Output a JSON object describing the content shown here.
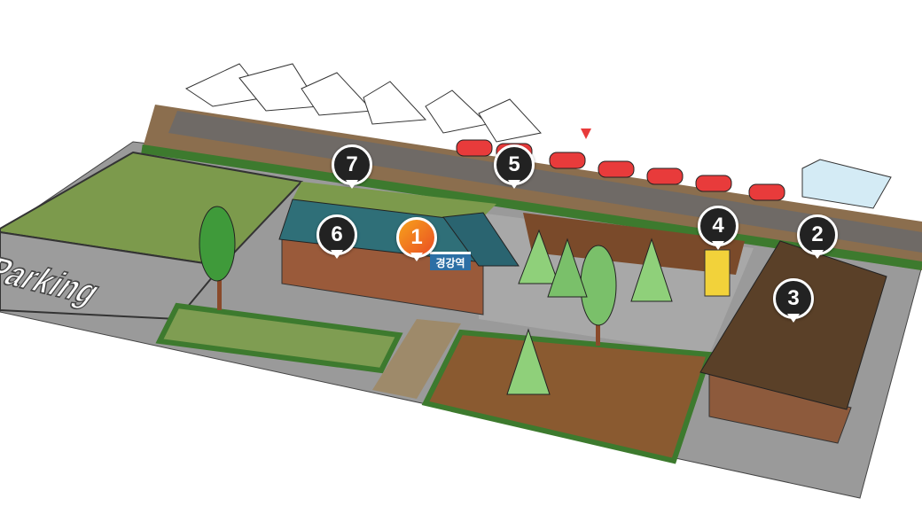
{
  "map": {
    "station_sign": "경강역",
    "parking_label": "Parking",
    "markers": [
      {
        "number": "1",
        "active": true
      },
      {
        "number": "2",
        "active": false
      },
      {
        "number": "3",
        "active": false
      },
      {
        "number": "4",
        "active": false
      },
      {
        "number": "5",
        "active": false
      },
      {
        "number": "6",
        "active": false
      },
      {
        "number": "7",
        "active": false
      }
    ]
  },
  "colors": {
    "marker": "#222222",
    "marker_active": "#f26a21",
    "grass": "#7a9a4a",
    "roof": "#2f6f78",
    "brick": "#9a5a3a"
  }
}
